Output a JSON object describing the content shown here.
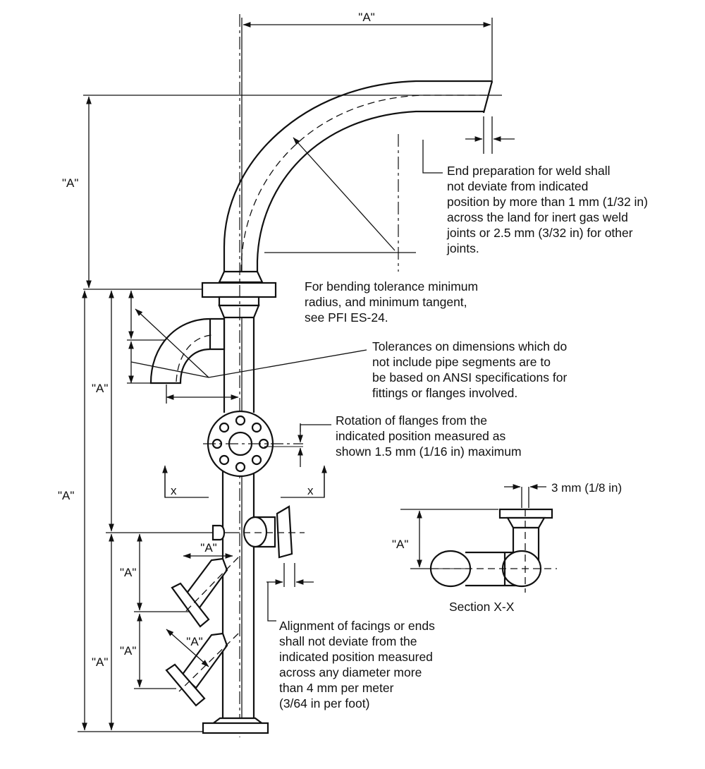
{
  "labels": {
    "dim_a": "\"A\"",
    "x_mark": "x",
    "section_title": "Section X-X",
    "offset_3mm": "3 mm (1/8 in)"
  },
  "notes": {
    "end_preparation": [
      "End preparation for weld shall",
      "not deviate from indicated",
      "position by more than 1 mm (1/32 in)",
      "across the land for inert gas weld",
      "joints or 2.5 mm (3/32 in) for other",
      "joints."
    ],
    "bending_tolerance": [
      "For bending tolerance minimum",
      "radius, and minimum tangent,",
      "see PFI ES-24."
    ],
    "dimension_tolerance": [
      "Tolerances on dimensions which do",
      "not include pipe segments are to",
      "be based on ANSI specifications for",
      "fittings or flanges involved."
    ],
    "flange_rotation": [
      "Rotation of flanges from the",
      "indicated position measured as",
      "shown 1.5 mm (1/16 in) maximum"
    ],
    "alignment": [
      "Alignment of facings or ends",
      "shall not deviate from the",
      "indicated position measured",
      "across any diameter more",
      "than 4 mm per meter",
      "(3/64 in per foot)"
    ]
  }
}
